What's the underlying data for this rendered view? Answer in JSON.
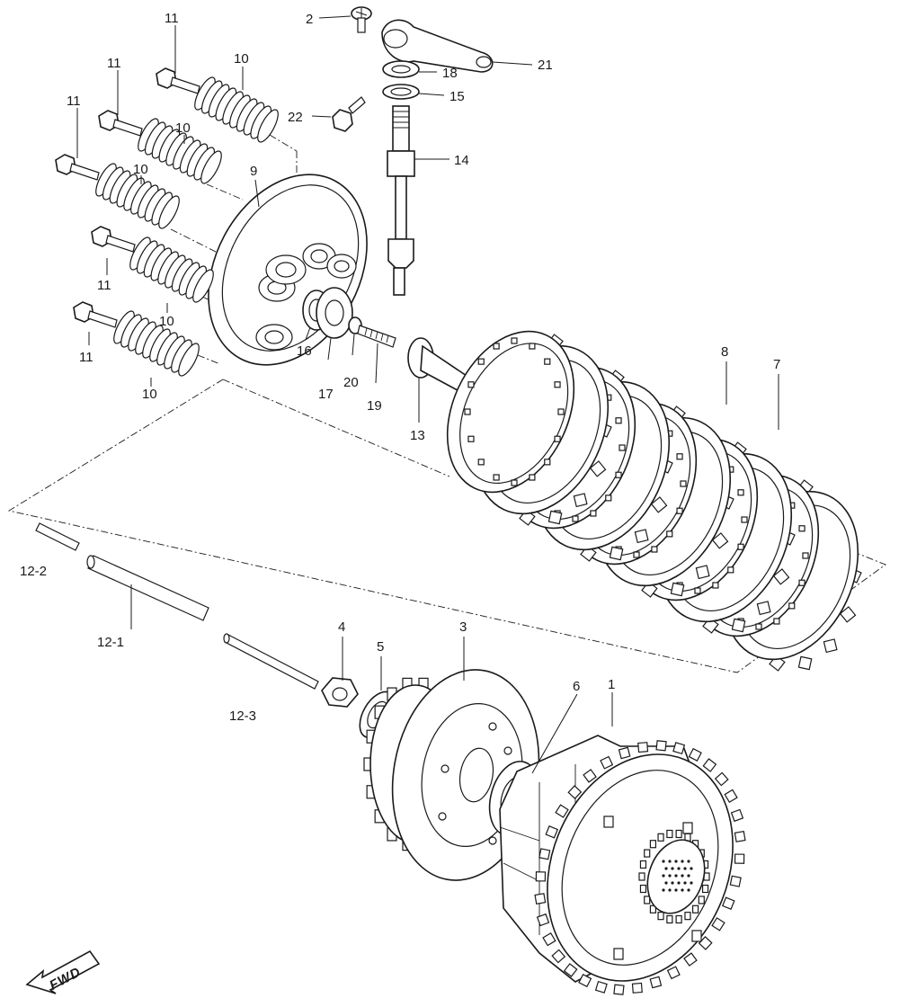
{
  "diagram": {
    "callouts": [
      {
        "id": "c1",
        "text": "1"
      },
      {
        "id": "c2",
        "text": "2"
      },
      {
        "id": "c3",
        "text": "3"
      },
      {
        "id": "c4",
        "text": "4"
      },
      {
        "id": "c5",
        "text": "5"
      },
      {
        "id": "c6",
        "text": "6"
      },
      {
        "id": "c7",
        "text": "7"
      },
      {
        "id": "c8",
        "text": "8"
      },
      {
        "id": "c9",
        "text": "9"
      },
      {
        "id": "c10a",
        "text": "10"
      },
      {
        "id": "c10b",
        "text": "10"
      },
      {
        "id": "c10c",
        "text": "10"
      },
      {
        "id": "c10d",
        "text": "10"
      },
      {
        "id": "c10e",
        "text": "10"
      },
      {
        "id": "c11a",
        "text": "11"
      },
      {
        "id": "c11b",
        "text": "11"
      },
      {
        "id": "c11c",
        "text": "11"
      },
      {
        "id": "c11d",
        "text": "11"
      },
      {
        "id": "c11e",
        "text": "11"
      },
      {
        "id": "c12_1",
        "text": "12-1"
      },
      {
        "id": "c12_2",
        "text": "12-2"
      },
      {
        "id": "c12_3",
        "text": "12-3"
      },
      {
        "id": "c13",
        "text": "13"
      },
      {
        "id": "c14",
        "text": "14"
      },
      {
        "id": "c15",
        "text": "15"
      },
      {
        "id": "c16",
        "text": "16"
      },
      {
        "id": "c17",
        "text": "17"
      },
      {
        "id": "c18",
        "text": "18"
      },
      {
        "id": "c19",
        "text": "19"
      },
      {
        "id": "c20",
        "text": "20"
      },
      {
        "id": "c21",
        "text": "21"
      },
      {
        "id": "c22",
        "text": "22"
      }
    ],
    "fwd_label": "FWD"
  }
}
